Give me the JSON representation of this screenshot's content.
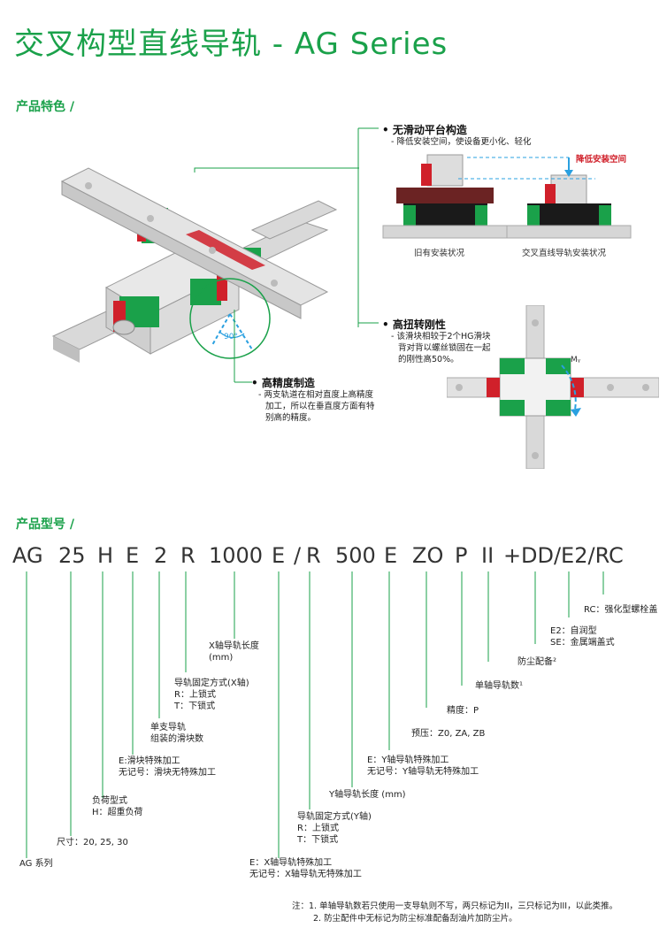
{
  "title": "交叉构型直线导轨 - AG Series",
  "section_features": "产品特色 /",
  "features": {
    "f1_head": "无滑动平台构造",
    "f1_text": "- 降低安装空间，使设备更小化、轻化",
    "f1_tag": "降低安装空间",
    "f1_cap_old": "旧有安装状况",
    "f1_cap_new": "交叉直线导轨安装状况",
    "f2_head": "高扭转刚性",
    "f2_text_1": "- 该滑块相较于2个HG滑块",
    "f2_text_2": "背对背以螺丝锁固在一起",
    "f2_text_3": "的刚性高50%。",
    "f2_moment": "Mᵧ",
    "f3_head": "高精度制造",
    "f3_text_1": "- 两支轨道在相对直度上高精度",
    "f3_text_2": "加工，所以在垂直度方面有特",
    "f3_text_3": "别高的精度。",
    "angle": "90°"
  },
  "section_model": "产品型号 /",
  "code": [
    "AG",
    "25",
    "H",
    "E",
    "2",
    "R",
    "1000",
    "E",
    "/",
    "R",
    "500",
    "E",
    "ZO",
    "P",
    "II",
    "+",
    "DD/E2/RC"
  ],
  "labels": {
    "rc": "RC：强化型螺栓盖",
    "e2": "E2：自润型",
    "se": "SE：金属端盖式",
    "dust": "防尘配备²",
    "single_rail": "单轴导轨数¹",
    "precision": "精度：P",
    "preload": "预压：Z0, ZA, ZB",
    "ey_1": "E：Y轴导轨特殊加工",
    "ey_2": "无记号：Y轴导轨无特殊加工",
    "y_len": "Y轴导轨长度 (mm)",
    "fix_y_1": "导轨固定方式(Y轴)",
    "fix_y_2": "R：上锁式",
    "fix_y_3": "T：下锁式",
    "ex_1": "E：X轴导轨特殊加工",
    "ex_2": "无记号：X轴导轨无特殊加工",
    "x_len_1": "X轴导轨长度",
    "x_len_2": "(mm)",
    "fix_x_1": "导轨固定方式(X轴)",
    "fix_x_2": "R：上锁式",
    "fix_x_3": "T：下锁式",
    "blocks_1": "单支导轨",
    "blocks_2": "组装的滑块数",
    "e_block_1": "E:滑块特殊加工",
    "e_block_2": "无记号：滑块无特殊加工",
    "load_1": "负荷型式",
    "load_2": "H：超重负荷",
    "size": "尺寸：20, 25, 30",
    "series": "AG 系列"
  },
  "notes": {
    "n1": "注：1. 单轴导轨数若只使用一支导轨则不写，两只标记为II，三只标记为III，以此类推。",
    "n2": "2. 防尘配件中无标记为防尘标准配备刮油片加防尘片。"
  },
  "colors": {
    "green": "#1aa14a",
    "red": "#d0202a"
  }
}
